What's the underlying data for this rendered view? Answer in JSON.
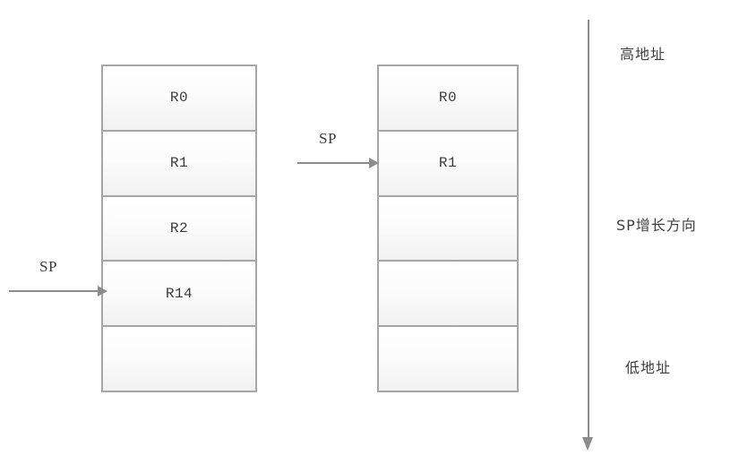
{
  "diagram": {
    "title": "ARM stack register push diagram",
    "colors": {
      "background": "#ffffff",
      "cell_border": "#a6a6a6",
      "arrow": "#8c8c8c",
      "text": "#3a3a3a"
    },
    "stacks": [
      {
        "id": "stack-before",
        "cells": [
          {
            "label": "R0"
          },
          {
            "label": "R1"
          },
          {
            "label": "R2"
          },
          {
            "label": "R14"
          },
          {
            "label": ""
          }
        ]
      },
      {
        "id": "stack-after",
        "cells": [
          {
            "label": "R0"
          },
          {
            "label": "R1"
          },
          {
            "label": ""
          },
          {
            "label": ""
          },
          {
            "label": ""
          }
        ]
      }
    ],
    "pointers": [
      {
        "id": "sp-left",
        "label": "SP",
        "points_to_row": 4
      },
      {
        "id": "sp-right",
        "label": "SP",
        "points_to_row": 2
      }
    ],
    "annotations": {
      "high_address": "高地址",
      "sp_direction": "SP增长方向",
      "low_address": "低地址"
    }
  }
}
